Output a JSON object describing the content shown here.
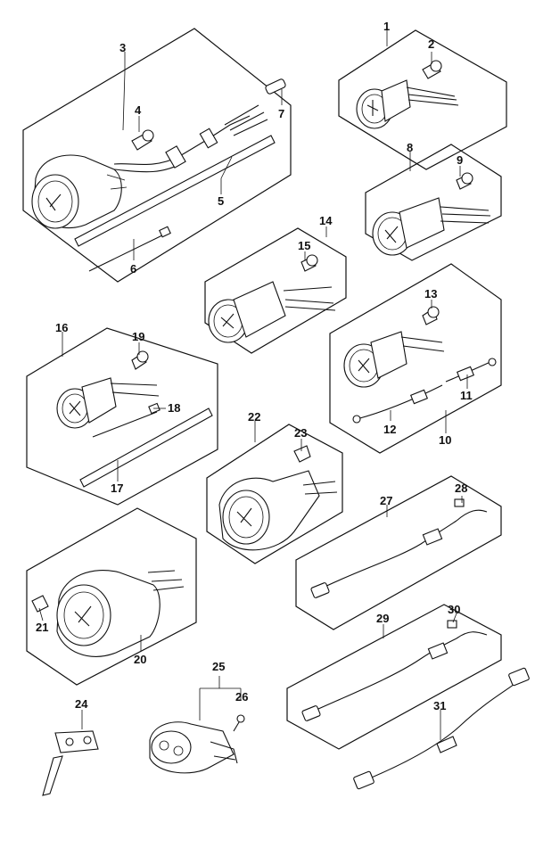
{
  "callouts": [
    {
      "id": "c1",
      "text": "1"
    },
    {
      "id": "c2",
      "text": "2"
    },
    {
      "id": "c3",
      "text": "3"
    },
    {
      "id": "c4",
      "text": "4"
    },
    {
      "id": "c5",
      "text": "5"
    },
    {
      "id": "c6",
      "text": "6"
    },
    {
      "id": "c7",
      "text": "7"
    },
    {
      "id": "c8",
      "text": "8"
    },
    {
      "id": "c9",
      "text": "9"
    },
    {
      "id": "c10",
      "text": "10"
    },
    {
      "id": "c11",
      "text": "11"
    },
    {
      "id": "c12",
      "text": "12"
    },
    {
      "id": "c13",
      "text": "13"
    },
    {
      "id": "c14",
      "text": "14"
    },
    {
      "id": "c15",
      "text": "15"
    },
    {
      "id": "c16",
      "text": "16"
    },
    {
      "id": "c17",
      "text": "17"
    },
    {
      "id": "c18",
      "text": "18"
    },
    {
      "id": "c19",
      "text": "19"
    },
    {
      "id": "c20",
      "text": "20"
    },
    {
      "id": "c21",
      "text": "21"
    },
    {
      "id": "c22",
      "text": "22"
    },
    {
      "id": "c23",
      "text": "23"
    },
    {
      "id": "c24",
      "text": "24"
    },
    {
      "id": "c25",
      "text": "25"
    },
    {
      "id": "c26",
      "text": "26"
    },
    {
      "id": "c27",
      "text": "27"
    },
    {
      "id": "c28",
      "text": "28"
    },
    {
      "id": "c29",
      "text": "29"
    },
    {
      "id": "c30",
      "text": "30"
    },
    {
      "id": "c31",
      "text": "31"
    }
  ]
}
